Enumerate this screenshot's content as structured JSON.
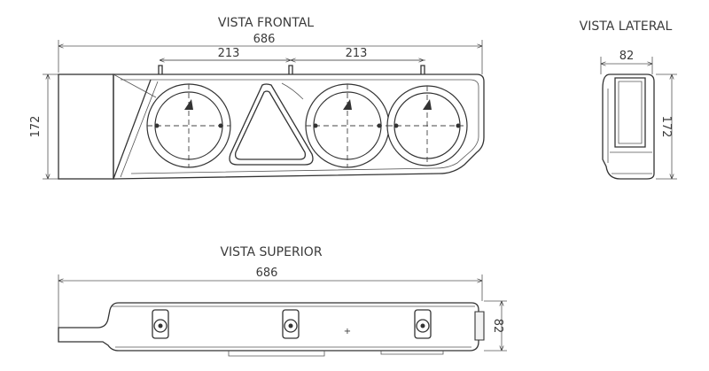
{
  "views": {
    "front": {
      "title": "VISTA FRONTAL",
      "width": "686",
      "spacing_left": "213",
      "spacing_right": "213",
      "height": "172"
    },
    "side": {
      "title": "VISTA LATERAL",
      "depth": "82",
      "height": "172"
    },
    "top": {
      "title": "VISTA SUPERIOR",
      "width": "686",
      "depth": "82"
    }
  }
}
